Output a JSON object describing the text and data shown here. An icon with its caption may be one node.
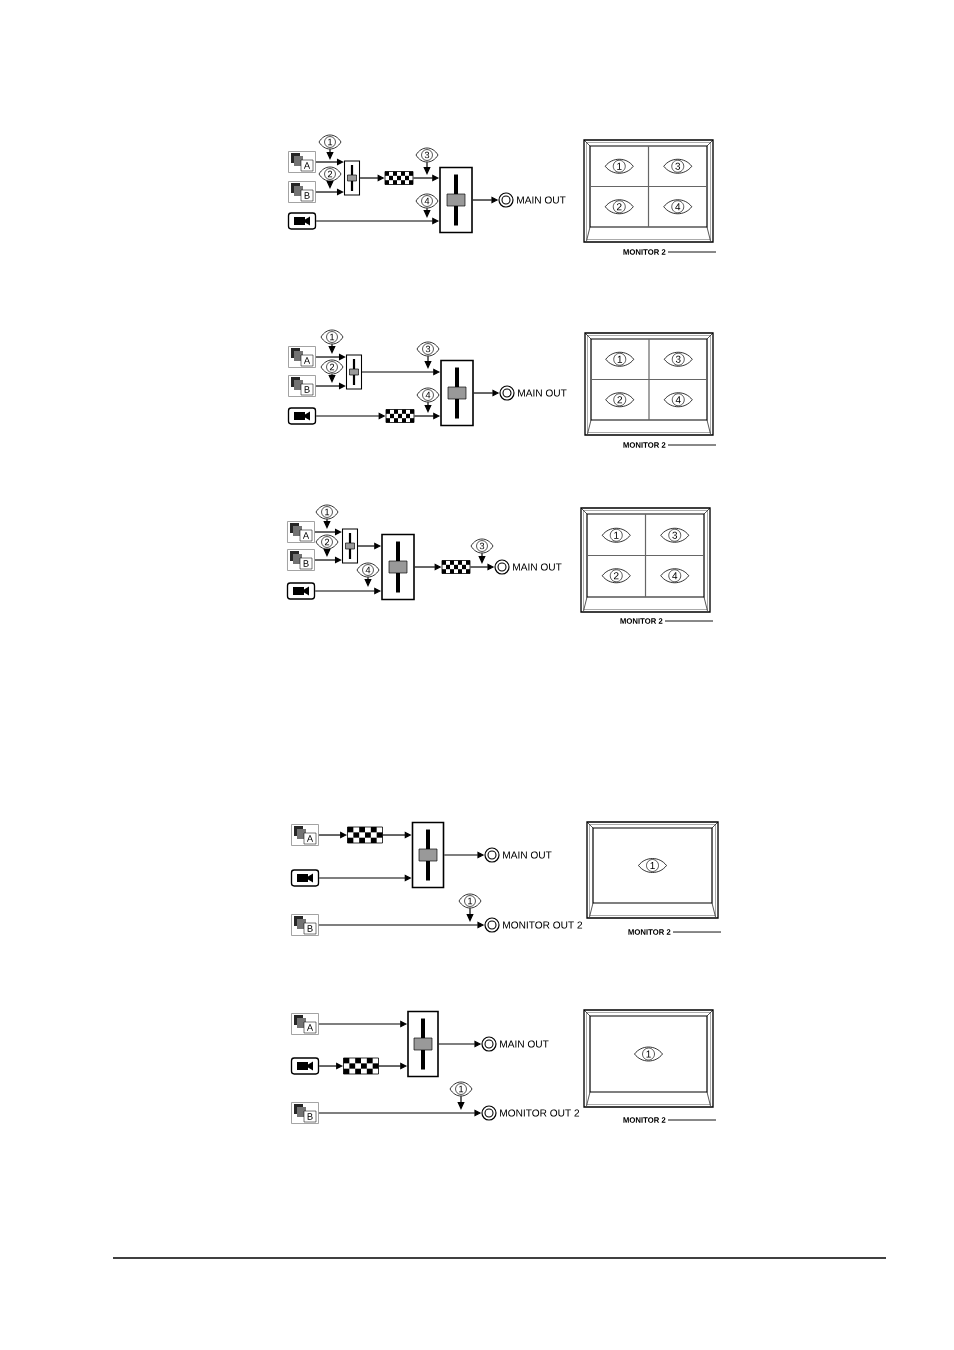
{
  "diagram": {
    "nodes": [
      {
        "text": [
          "A"
        ]
      },
      {
        "text": [
          "B"
        ]
      },
      {
        "text": [],
        "shape": "picture"
      },
      {
        "text": [],
        "shape": "box"
      },
      {
        "text": [],
        "shape": "box"
      },
      {
        "text": [],
        "shape": "box"
      },
      {
        "text": [],
        "shape": "circle",
        "beside": [
          "MAIN OUT"
        ]
      },
      {
        "text": [
          "1"
        ]
      },
      {
        "text": [
          "2"
        ]
      },
      {
        "text": [
          "3"
        ]
      },
      {
        "text": [
          "4"
        ]
      },
      {
        "text": [],
        "shape": "box",
        "beside": [
          "MONITOR 2"
        ]
      },
      {
        "text": [
          "1"
        ],
        "in": 11
      },
      {
        "text": [
          "3"
        ],
        "in": 11
      },
      {
        "text": [
          "2"
        ],
        "in": 11
      },
      {
        "text": [
          "4"
        ],
        "in": 11
      },
      {
        "text": [
          "A"
        ]
      },
      {
        "text": [
          "B"
        ]
      },
      {
        "text": [],
        "shape": "picture"
      },
      {
        "text": [],
        "shape": "box"
      },
      {
        "text": [],
        "shape": "box"
      },
      {
        "text": [],
        "shape": "box"
      },
      {
        "text": [],
        "shape": "circle",
        "beside": [
          "MAIN OUT"
        ]
      },
      {
        "text": [
          "1"
        ]
      },
      {
        "text": [
          "2"
        ]
      },
      {
        "text": [
          "3"
        ]
      },
      {
        "text": [
          "4"
        ]
      },
      {
        "text": [],
        "shape": "box",
        "beside": [
          "MONITOR 2"
        ]
      },
      {
        "text": [
          "1"
        ],
        "in": 27
      },
      {
        "text": [
          "3"
        ],
        "in": 27
      },
      {
        "text": [
          "2"
        ],
        "in": 27
      },
      {
        "text": [
          "4"
        ],
        "in": 27
      },
      {
        "text": [
          "A"
        ]
      },
      {
        "text": [
          "B"
        ]
      },
      {
        "text": [],
        "shape": "picture"
      },
      {
        "text": [],
        "shape": "box"
      },
      {
        "text": [],
        "shape": "box"
      },
      {
        "text": [],
        "shape": "box"
      },
      {
        "text": [],
        "shape": "circle",
        "beside": [
          "MAIN OUT"
        ]
      },
      {
        "text": [
          "1"
        ]
      },
      {
        "text": [
          "2"
        ]
      },
      {
        "text": [
          "3"
        ]
      },
      {
        "text": [
          "4"
        ]
      },
      {
        "text": [],
        "shape": "box",
        "beside": [
          "MONITOR 2"
        ]
      },
      {
        "text": [
          "1"
        ],
        "in": 43
      },
      {
        "text": [
          "3"
        ],
        "in": 43
      },
      {
        "text": [
          "2"
        ],
        "in": 43
      },
      {
        "text": [
          "4"
        ],
        "in": 43
      },
      {
        "text": [
          "A"
        ]
      },
      {
        "text": [],
        "shape": "picture"
      },
      {
        "text": [
          "B"
        ]
      },
      {
        "text": [],
        "shape": "box"
      },
      {
        "text": [],
        "shape": "box"
      },
      {
        "text": [],
        "shape": "circle",
        "beside": [
          "MAIN OUT"
        ]
      },
      {
        "text": [],
        "shape": "circle",
        "beside": [
          "MONITOR OUT 2"
        ]
      },
      {
        "text": [
          "1"
        ]
      },
      {
        "text": [],
        "shape": "box",
        "beside": [
          "MONITOR 2"
        ]
      },
      {
        "text": [
          "1"
        ],
        "in": 56
      },
      {
        "text": [
          "A"
        ]
      },
      {
        "text": [],
        "shape": "picture"
      },
      {
        "text": [
          "B"
        ]
      },
      {
        "text": [],
        "shape": "box"
      },
      {
        "text": [],
        "shape": "box"
      },
      {
        "text": [],
        "shape": "circle",
        "beside": [
          "MAIN OUT"
        ]
      },
      {
        "text": [],
        "shape": "circle",
        "beside": [
          "MONITOR OUT 2"
        ]
      },
      {
        "text": [
          "1"
        ]
      },
      {
        "text": [],
        "shape": "box",
        "beside": [
          "MONITOR 2"
        ]
      },
      {
        "text": [
          "1"
        ],
        "in": 66
      }
    ],
    "edges": [
      {
        "from": 0,
        "to": 3,
        "arrow": "to"
      },
      {
        "from": 1,
        "to": 3,
        "arrow": "to"
      },
      {
        "from": 3,
        "to": 4,
        "arrow": "to"
      },
      {
        "from": 4,
        "to": 5,
        "arrow": "to"
      },
      {
        "from": 2,
        "to": 5,
        "arrow": "to"
      },
      {
        "from": 5,
        "to": 6,
        "arrow": "to"
      },
      {
        "from": 7,
        "to": null,
        "arrow": "to"
      },
      {
        "from": 8,
        "to": null,
        "arrow": "to"
      },
      {
        "from": 9,
        "to": null,
        "arrow": "to"
      },
      {
        "from": 10,
        "to": null,
        "arrow": "to"
      },
      {
        "from": 16,
        "to": 19,
        "arrow": "to"
      },
      {
        "from": 17,
        "to": 19,
        "arrow": "to"
      },
      {
        "from": 19,
        "to": 21,
        "arrow": "to"
      },
      {
        "from": 18,
        "to": 20,
        "arrow": "to"
      },
      {
        "from": 20,
        "to": 21,
        "arrow": "to"
      },
      {
        "from": 21,
        "to": 22,
        "arrow": "to"
      },
      {
        "from": 23,
        "to": null,
        "arrow": "to"
      },
      {
        "from": 24,
        "to": null,
        "arrow": "to"
      },
      {
        "from": 25,
        "to": null,
        "arrow": "to"
      },
      {
        "from": 26,
        "to": null,
        "arrow": "to"
      },
      {
        "from": 32,
        "to": 35,
        "arrow": "to"
      },
      {
        "from": 33,
        "to": 35,
        "arrow": "to"
      },
      {
        "from": 35,
        "to": 37,
        "arrow": "to"
      },
      {
        "from": 34,
        "to": 37,
        "arrow": "to"
      },
      {
        "from": 37,
        "to": 36,
        "arrow": "to"
      },
      {
        "from": 36,
        "to": 38,
        "arrow": "to"
      },
      {
        "from": 39,
        "to": null,
        "arrow": "to"
      },
      {
        "from": 40,
        "to": null,
        "arrow": "to"
      },
      {
        "from": 41,
        "to": null,
        "arrow": "to"
      },
      {
        "from": 42,
        "to": null,
        "arrow": "to"
      },
      {
        "from": 48,
        "to": 51,
        "arrow": "to"
      },
      {
        "from": 51,
        "to": 52,
        "arrow": "to"
      },
      {
        "from": 49,
        "to": 52,
        "arrow": "to"
      },
      {
        "from": 52,
        "to": 53,
        "arrow": "to"
      },
      {
        "from": 50,
        "to": 54,
        "arrow": "to"
      },
      {
        "from": 55,
        "to": null,
        "arrow": "to"
      },
      {
        "from": 58,
        "to": 62,
        "arrow": "to"
      },
      {
        "from": 59,
        "to": 61,
        "arrow": "to"
      },
      {
        "from": 61,
        "to": 62,
        "arrow": "to"
      },
      {
        "from": 62,
        "to": 63,
        "arrow": "to"
      },
      {
        "from": 60,
        "to": 64,
        "arrow": "to"
      },
      {
        "from": 65,
        "to": null,
        "arrow": "to"
      }
    ]
  }
}
